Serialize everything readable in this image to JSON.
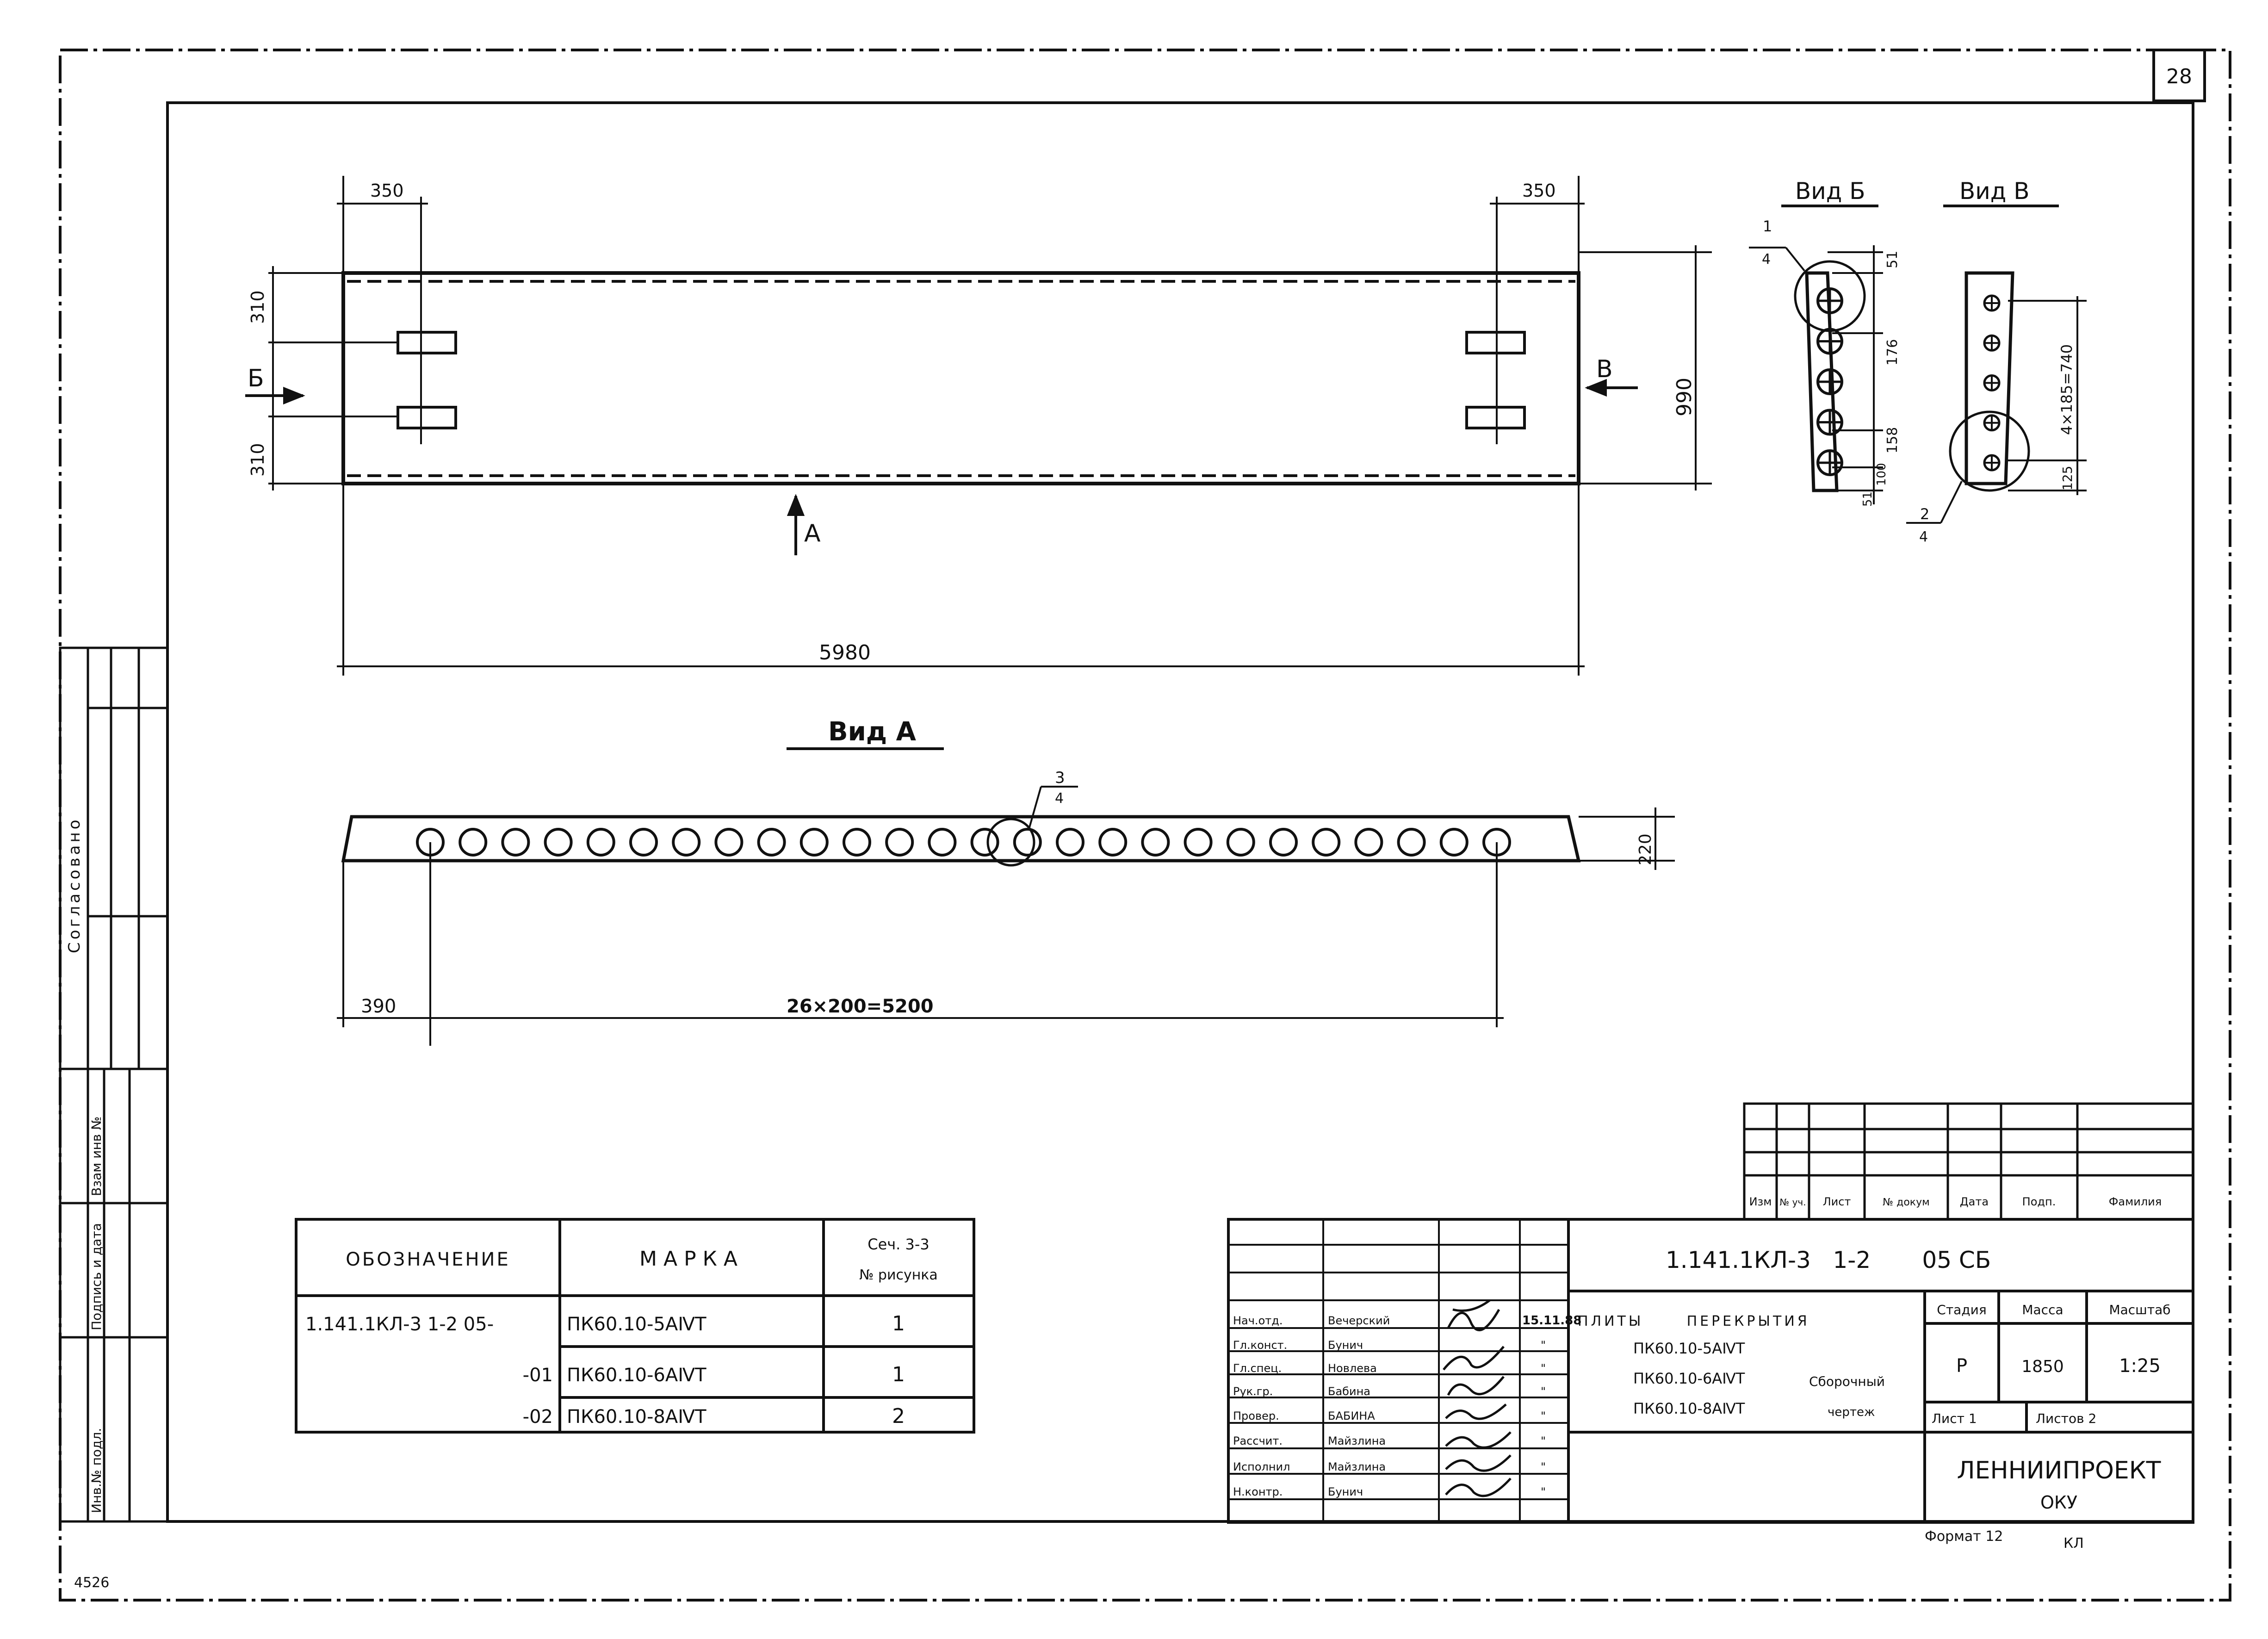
{
  "sheet": {
    "page_number": "28",
    "format": "Формат 12",
    "corner_note": "КЛ",
    "bottom_left_note": "4526"
  },
  "left_strip": {
    "agreed": "Согласовано",
    "vzam_inv": "Взам инв №",
    "podpis_data": "Подпись и дата",
    "inv_podl": "Инв.№ подл."
  },
  "plan": {
    "dim_left_top": "350",
    "dim_right_top": "350",
    "dim_left_upper": "310",
    "dim_left_lower": "310",
    "dim_height": "990",
    "dim_length": "5980",
    "arrow_b": "Б",
    "arrow_v": "В",
    "arrow_a": "А"
  },
  "view_a": {
    "title": "Вид А",
    "hole_count": 26,
    "callout_num": "3",
    "callout_sheet": "4",
    "dim_height": "220",
    "dim_left": "390",
    "dim_spacing": "26×200=5200"
  },
  "view_b": {
    "title": "Вид Б",
    "callout_num": "1",
    "callout_sheet": "4",
    "dim_top": "51",
    "dim_mid": "176",
    "dim_a": "158",
    "dim_b": "100",
    "dim_bottom": "51",
    "hole_count": 5
  },
  "view_v": {
    "title": "Вид В",
    "callout_num": "2",
    "callout_sheet": "4",
    "dim_span": "4×185=740",
    "dim_bottom": "125",
    "hole_count": 5
  },
  "spec_table": {
    "headers": [
      "ОБОЗНАЧЕНИЕ",
      "МАРКА",
      "Сеч. 3-3",
      "№ рисунка"
    ],
    "rows": [
      {
        "designation": "1.141.1КЛ-3 1-2 05-",
        "mark": "ПК60.10-5АⅣТ",
        "figure": "1"
      },
      {
        "designation": "-01",
        "mark": "ПК60.10-6АⅣТ",
        "figure": "1"
      },
      {
        "designation": "-02",
        "mark": "ПК60.10-8АⅣТ",
        "figure": "2"
      }
    ]
  },
  "title_block": {
    "revision_headers": [
      "Изм",
      "№ уч.",
      "Лист",
      "№ докум",
      "Дата",
      "Подп.",
      "Фамилия"
    ],
    "doc_code": "1.141.1КЛ-3   1-2       05 СБ",
    "roles": [
      {
        "role": "Нач.отд.",
        "name": "Вечерский",
        "date": "15.11.88"
      },
      {
        "role": "Гл.конст.",
        "name": "Бунич",
        "date": "\""
      },
      {
        "role": "Гл.спец.",
        "name": "Новлева",
        "date": "\""
      },
      {
        "role": "Рук.гр.",
        "name": "Бабина",
        "date": "\""
      },
      {
        "role": "Провер.",
        "name": "БАБИНА",
        "date": "\""
      },
      {
        "role": "Рассчит.",
        "name": "Майзлина",
        "date": "\""
      },
      {
        "role": "Исполнил",
        "name": "Майзлина",
        "date": "\""
      },
      {
        "role": "Н.контр.",
        "name": "Бунич",
        "date": "\""
      }
    ],
    "product_line1": "ПЛИТЫ      ПЕРЕКРЫТИЯ",
    "product_line2": "ПК60.10-5АⅣТ",
    "product_line3": "ПК60.10-6АⅣТ",
    "product_line3_note": "Сборочный",
    "product_line4": "ПК60.10-8АⅣТ",
    "product_line4_note": "чертеж",
    "stage_label": "Стадия",
    "mass_label": "Масса",
    "scale_label": "Масштаб",
    "stage": "Р",
    "mass": "1850",
    "scale": "1:25",
    "sheet_label": "Лист 1",
    "sheets_label": "Листов 2",
    "org": "ЛЕННИИПРОЕКТ",
    "dept": "ОКУ"
  }
}
